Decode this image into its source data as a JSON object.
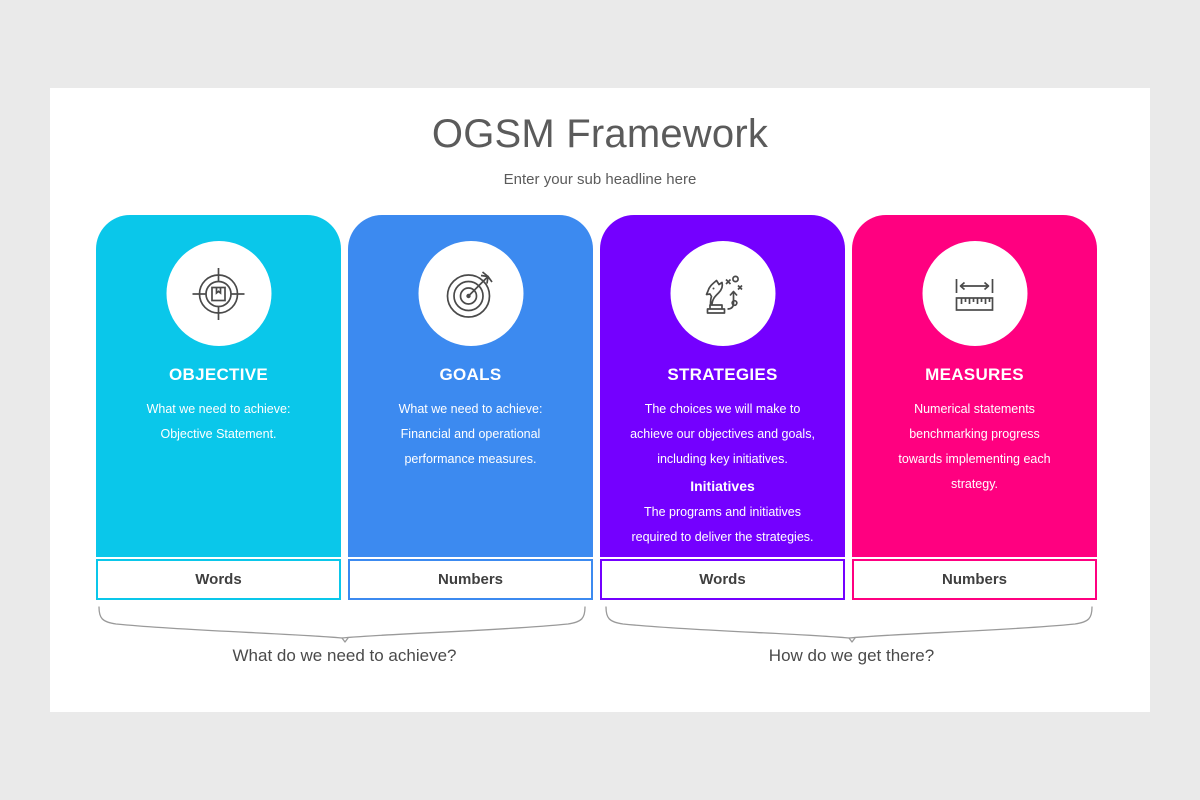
{
  "slide": {
    "title": "OGSM Framework",
    "subtitle": "Enter your sub headline here"
  },
  "colors": {
    "background": "#eaeaea",
    "slide": "#ffffff",
    "title_text": "#5b5b5b",
    "brace": "#9a9a9a",
    "objective": "#0ac7ea",
    "goals": "#3c8af0",
    "strategies": "#7400ff",
    "measures": "#ff0080"
  },
  "cards": [
    {
      "id": "objective",
      "title": "OBJECTIVE",
      "icon": "crosshair-target-icon",
      "color": "#0ac7ea",
      "lines": [
        "What we need to achieve:",
        "Objective Statement."
      ],
      "subhead": null,
      "sublines": [],
      "footer": "Words"
    },
    {
      "id": "goals",
      "title": "GOALS",
      "icon": "dartboard-arrow-icon",
      "color": "#3c8af0",
      "lines": [
        "What we need to achieve:",
        "Financial and operational",
        "performance measures."
      ],
      "subhead": null,
      "sublines": [],
      "footer": "Numbers"
    },
    {
      "id": "strategies",
      "title": "STRATEGIES",
      "icon": "chess-knight-icon",
      "color": "#7400ff",
      "lines": [
        "The choices we will make to",
        "achieve our objectives and goals,",
        "including key initiatives."
      ],
      "subhead": "Initiatives",
      "sublines": [
        "The programs and initiatives",
        "required to deliver the strategies."
      ],
      "footer": "Words"
    },
    {
      "id": "measures",
      "title": "MEASURES",
      "icon": "ruler-measure-icon",
      "color": "#ff0080",
      "lines": [
        "Numerical statements",
        "benchmarking progress",
        "towards implementing each",
        "strategy."
      ],
      "subhead": null,
      "sublines": [],
      "footer": "Numbers"
    }
  ],
  "braces": [
    {
      "label": "What do we need to achieve?"
    },
    {
      "label": "How do we get there?"
    }
  ]
}
